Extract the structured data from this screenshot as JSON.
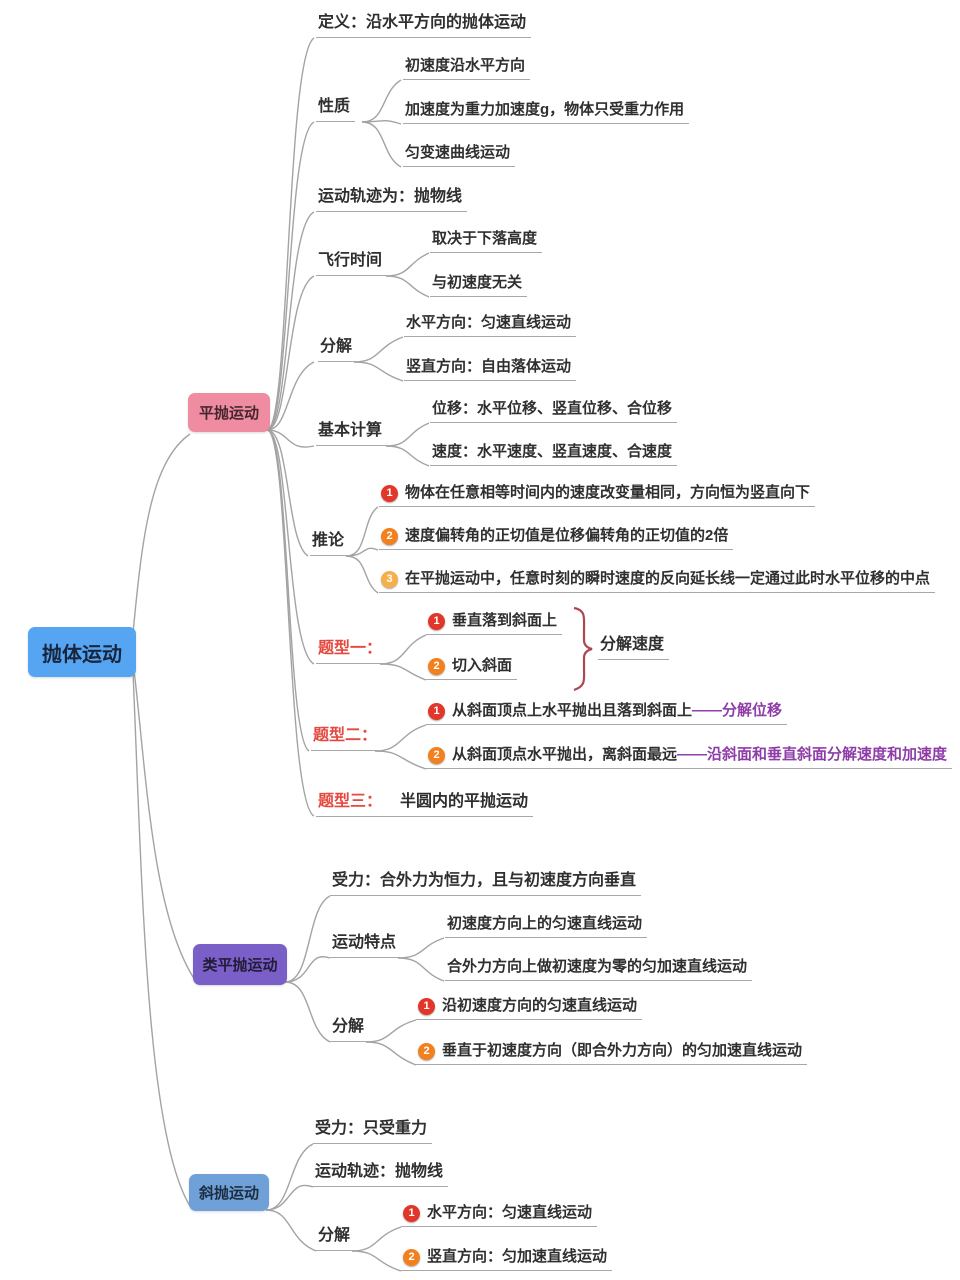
{
  "root_label": "抛体运动",
  "colors": {
    "root_bg": "#56a5f3",
    "pingpao_bg": "#f08ca2",
    "leipingpao_bg": "#7a5fc9",
    "xiepao_bg": "#6fa1d8",
    "badge_red": "#e2362b",
    "badge_orange": "#f2801e",
    "badge_amber": "#f6b049",
    "label_red": "#e4483e",
    "highlight_purple": "#8e3da8",
    "line_gray": "#a3a3a3",
    "brace_red": "#ad4752"
  },
  "pingpao": {
    "label": "平抛运动",
    "definition": "定义：沿水平方向的抛体运动",
    "xingzhi": {
      "label": "性质",
      "items": [
        "初速度沿水平方向",
        "加速度为重力加速度g，物体只受重力作用",
        "匀变速曲线运动"
      ]
    },
    "guiji": "运动轨迹为：抛物线",
    "feixing": {
      "label": "飞行时间",
      "items": [
        "取决于下落高度",
        "与初速度无关"
      ]
    },
    "fenjie": {
      "label": "分解",
      "items": [
        "水平方向：匀速直线运动",
        "竖直方向：自由落体运动"
      ]
    },
    "jiben": {
      "label": "基本计算",
      "items": [
        "位移：水平位移、竖直位移、合位移",
        "速度：水平速度、竖直速度、合速度"
      ]
    },
    "tuilun": {
      "label": "推论",
      "items": [
        {
          "num": "1",
          "text": "物体在任意相等时间内的速度改变量相同，方向恒为竖直向下"
        },
        {
          "num": "2",
          "text": "速度偏转角的正切值是位移偏转角的正切值的2倍"
        },
        {
          "num": "3",
          "text": "在平抛运动中，任意时刻的瞬时速度的反向延长线一定通过此时水平位移的中点"
        }
      ]
    },
    "tixing1": {
      "label": "题型一：",
      "items": [
        {
          "num": "1",
          "text": "垂直落到斜面上"
        },
        {
          "num": "2",
          "text": "切入斜面"
        }
      ],
      "brace_label": "分解速度"
    },
    "tixing2": {
      "label": "题型二：",
      "items": [
        {
          "num": "1",
          "text": "从斜面顶点上水平抛出且落到斜面上",
          "highlight": "——分解位移"
        },
        {
          "num": "2",
          "text": "从斜面顶点水平抛出，离斜面最远",
          "highlight": "——沿斜面和垂直斜面分解速度和加速度"
        }
      ]
    },
    "tixing3": {
      "label": "题型三：",
      "text": "半圆内的平抛运动"
    }
  },
  "leipingpao": {
    "label": "类平抛运动",
    "shouli": "受力：合外力为恒力，且与初速度方向垂直",
    "tedian": {
      "label": "运动特点",
      "items": [
        "初速度方向上的匀速直线运动",
        "合外力方向上做初速度为零的匀加速直线运动"
      ]
    },
    "fenjie": {
      "label": "分解",
      "items": [
        {
          "num": "1",
          "text": "沿初速度方向的匀速直线运动"
        },
        {
          "num": "2",
          "text": "垂直于初速度方向（即合外力方向）的匀加速直线运动"
        }
      ]
    }
  },
  "xiepao": {
    "label": "斜抛运动",
    "shouli": "受力：只受重力",
    "guiji": "运动轨迹：抛物线",
    "fenjie": {
      "label": "分解",
      "items": [
        {
          "num": "1",
          "text": "水平方向：匀速直线运动"
        },
        {
          "num": "2",
          "text": "竖直方向：匀加速直线运动"
        }
      ]
    }
  }
}
